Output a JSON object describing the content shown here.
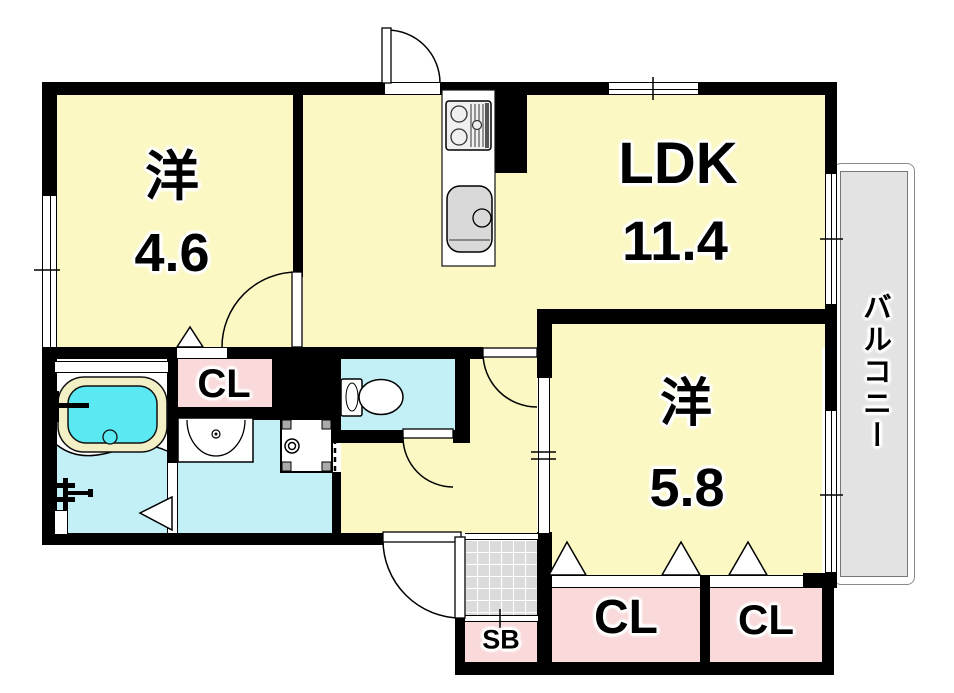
{
  "floorplan": {
    "type": "japanese-apartment-floor-plan",
    "rooms": {
      "western_small": {
        "label": "洋",
        "area": "4.6"
      },
      "ldk": {
        "label": "LDK",
        "area": "11.4"
      },
      "western_large": {
        "label": "洋",
        "area": "5.8"
      },
      "closet_hall": {
        "label": "CL"
      },
      "closet_main": {
        "label": "CL"
      },
      "closet_side": {
        "label": "CL"
      },
      "shoe_box": {
        "label": "SB"
      },
      "balcony": {
        "label": "バルコニー"
      }
    },
    "colors": {
      "room_yellow": "#FBF8C4",
      "wet_area_cyan": "#C3F0F7",
      "bathtub_water": "#5AE8F2",
      "bathtub_rim": "#F4F0C6",
      "closet_pink": "#F9D9D9",
      "balcony_gray": "#E3E3E3",
      "entry_tile_gray": "#DBDBDB",
      "wall": "#000000"
    }
  }
}
